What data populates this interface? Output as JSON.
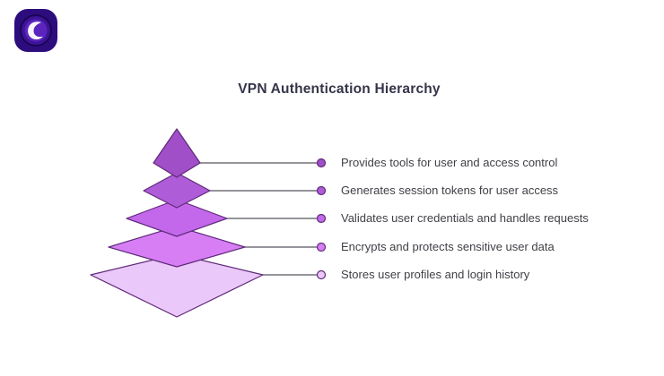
{
  "logo_icon": "purple-swirl-vpn-badge",
  "title": "VPN Authentication Hierarchy",
  "diagram": {
    "type": "pyramid",
    "orientation": "apex-top",
    "line_color": "#55555e",
    "label_color": "#3f3f46",
    "title_color": "#35354a",
    "layers": [
      {
        "level": 1,
        "label": "Provides tools for user and access control",
        "fill": "#a14ec9",
        "stroke": "#5f2a7a"
      },
      {
        "level": 2,
        "label": "Generates session tokens for user access",
        "fill": "#af5cd9",
        "stroke": "#5f2a7a"
      },
      {
        "level": 3,
        "label": "Validates user credentials and handles requests",
        "fill": "#c368ea",
        "stroke": "#5f2a7a"
      },
      {
        "level": 4,
        "label": "Encrypts and protects sensitive user data",
        "fill": "#d77ef5",
        "stroke": "#5f2a7a"
      },
      {
        "level": 5,
        "label": "Stores user profiles and login history",
        "fill": "#ebc8fa",
        "stroke": "#5f2a7a"
      }
    ]
  }
}
